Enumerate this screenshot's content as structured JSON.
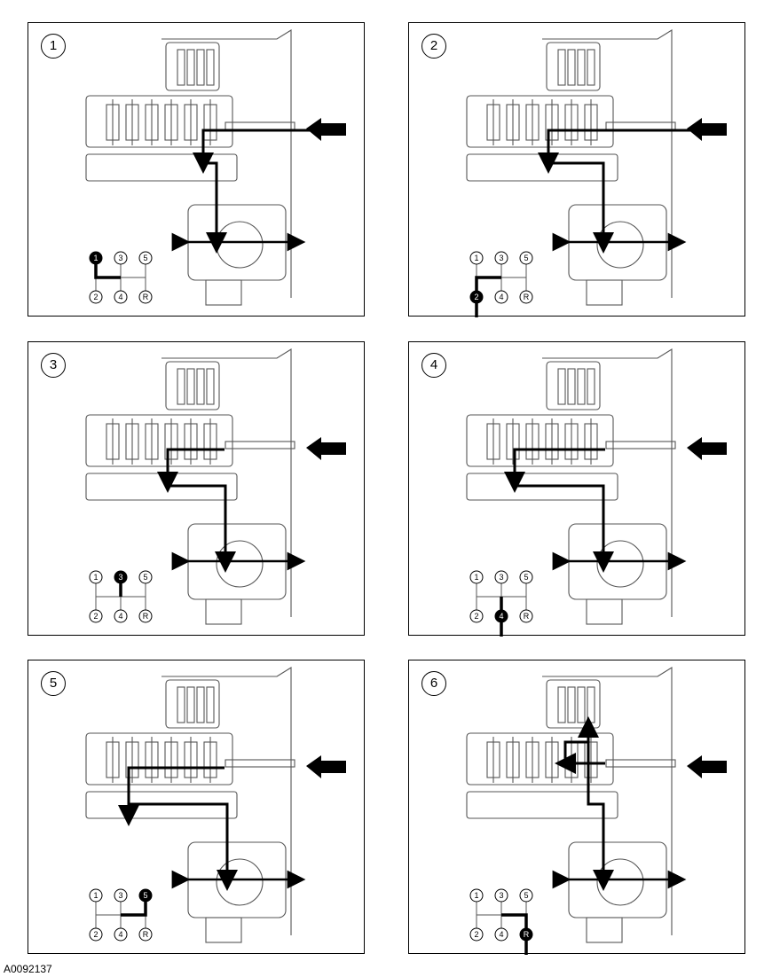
{
  "panels": [
    {
      "number": "1",
      "selected_gear": "1"
    },
    {
      "number": "2",
      "selected_gear": "2"
    },
    {
      "number": "3",
      "selected_gear": "3"
    },
    {
      "number": "4",
      "selected_gear": "4"
    },
    {
      "number": "5",
      "selected_gear": "5"
    },
    {
      "number": "6",
      "selected_gear": "R"
    }
  ],
  "shift_pattern": {
    "top_row": [
      "1",
      "3",
      "5"
    ],
    "bottom_row": [
      "2",
      "4",
      "R"
    ]
  },
  "figure_id": "A0092137",
  "colors": {
    "ink": "#000000",
    "drawing": "#555555",
    "background": "#ffffff"
  }
}
